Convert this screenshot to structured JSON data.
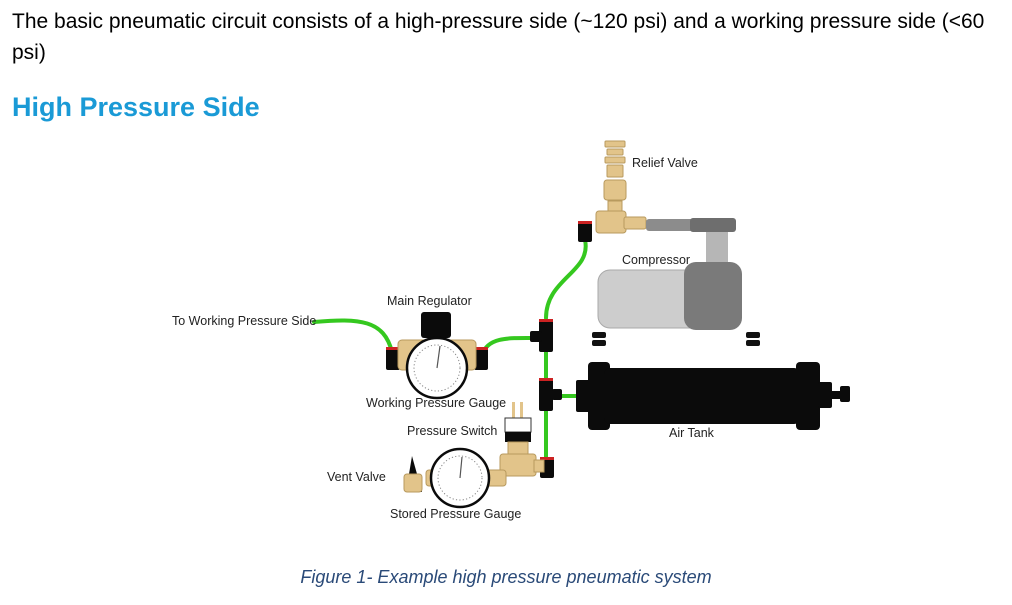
{
  "intro_text": "The basic pneumatic circuit consists of a high-pressure side (~120 psi) and a working pressure side (<60 psi)",
  "heading": "High Pressure Side",
  "labels": {
    "relief_valve": "Relief Valve",
    "compressor": "Compressor",
    "main_regulator": "Main Regulator",
    "to_working_pressure_side": "To Working Pressure Side",
    "working_pressure_gauge": "Working Pressure Gauge",
    "pressure_switch": "Pressure Switch",
    "air_tank": "Air Tank",
    "vent_valve": "Vent Valve",
    "stored_pressure_gauge": "Stored Pressure Gauge"
  },
  "caption": "Figure 1- Example high pressure pneumatic system",
  "colors": {
    "heading": "#1a9ad6",
    "hose": "#35c81f",
    "brass": "#e2c48a",
    "tank": "#0b0b0b",
    "compressor_body": "#c9c9c9",
    "caption": "#2a4a78"
  }
}
